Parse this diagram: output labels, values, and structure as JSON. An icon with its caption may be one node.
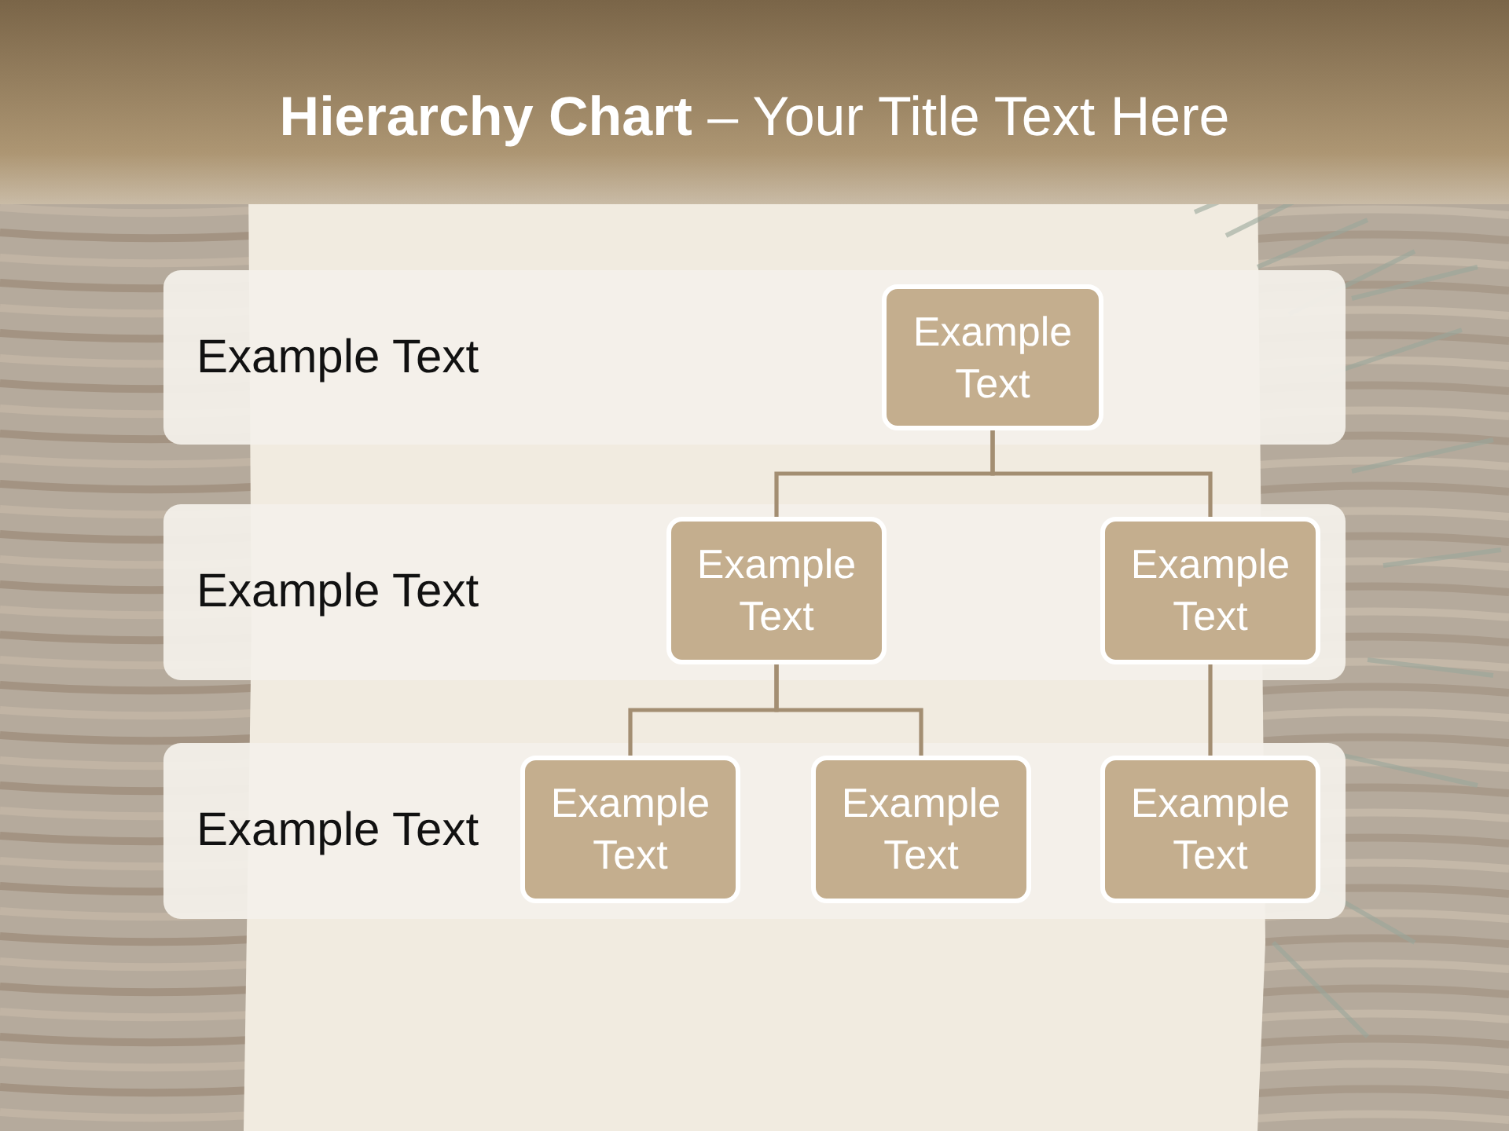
{
  "diagram": {
    "title": "**Hierarchy Chart** – Your Title Text Here",
    "nodes": [
      {
        "text": [
          "Example Text"
        ]
      },
      {
        "text": [
          "Example Text"
        ],
        "in": 0
      },
      {
        "text": [
          "Example Text"
        ]
      },
      {
        "text": [
          "Example Text"
        ],
        "in": 2
      },
      {
        "text": [
          "Example Text"
        ],
        "in": 2
      },
      {
        "text": [
          "Example Text"
        ]
      },
      {
        "text": [
          "Example Text"
        ],
        "in": 5
      },
      {
        "text": [
          "Example Text"
        ],
        "in": 5
      },
      {
        "text": [
          "Example Text"
        ],
        "in": 5
      }
    ],
    "edges": [
      {
        "from": 1,
        "to": 3,
        "arrow": "none"
      },
      {
        "from": 1,
        "to": 4,
        "arrow": "none"
      },
      {
        "from": 3,
        "to": 6,
        "arrow": "none"
      },
      {
        "from": 3,
        "to": 7,
        "arrow": "none"
      },
      {
        "from": 4,
        "to": 8,
        "arrow": "none"
      }
    ]
  }
}
